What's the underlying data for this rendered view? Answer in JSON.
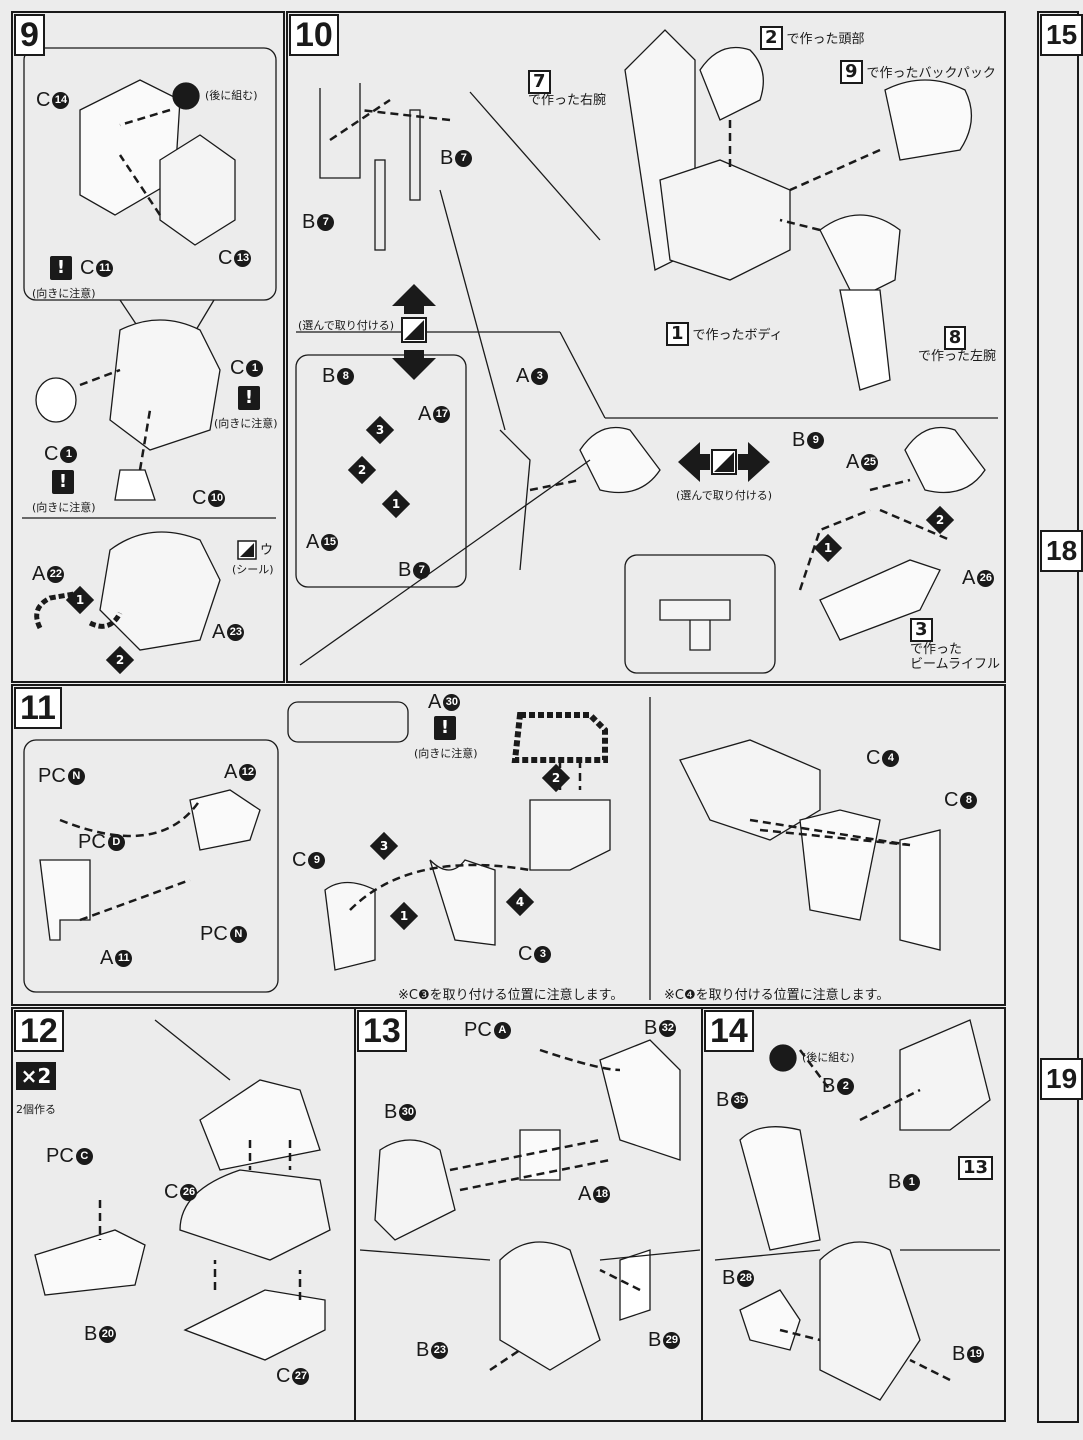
{
  "steps": {
    "s9": {
      "number": "9",
      "labels": {
        "c14": "C",
        "c14n": "14",
        "c11": "C",
        "c11n": "11",
        "c13": "C",
        "c13n": "13",
        "c1a": "C",
        "c1an": "1",
        "c1b": "C",
        "c1bn": "1",
        "c10": "C",
        "c10n": "10",
        "a22": "A",
        "a22n": "22",
        "a23": "A",
        "a23n": "23"
      },
      "later": "(後に組む)",
      "orient1": "(向きに注意)",
      "orient2": "(向きに注意)",
      "orient3": "(向きに注意)",
      "seal_u": "ウ",
      "seal": "(シール)",
      "arrows": [
        "1",
        "2"
      ]
    },
    "s10": {
      "number": "10",
      "labels": {
        "b7a": "B",
        "b7an": "7",
        "b7b": "B",
        "b7bn": "7",
        "b8": "B",
        "b8n": "8",
        "a17": "A",
        "a17n": "17",
        "a15": "A",
        "a15n": "15",
        "b7c": "B",
        "b7cn": "7",
        "a3": "A",
        "a3n": "3",
        "b9": "B",
        "b9n": "9",
        "a25": "A",
        "a25n": "25",
        "a26": "A",
        "a26n": "26"
      },
      "choose1": "(選んで取り付ける)",
      "choose2": "(選んで取り付ける)",
      "ref7": "7",
      "ref7t": "で作った右腕",
      "ref2": "2",
      "ref2t": "で作った頭部",
      "ref9": "9",
      "ref9t": "で作ったバックパック",
      "ref1": "1",
      "ref1t": "で作ったボディ",
      "ref8": "8",
      "ref8t": "で作った左腕",
      "ref3": "3",
      "ref3t1": "で作った",
      "ref3t2": "ビームライフル",
      "arrows": [
        "3",
        "2",
        "1",
        "2",
        "1"
      ]
    },
    "s11": {
      "number": "11",
      "labels": {
        "pcn1": "PC",
        "pcn1n": "N",
        "a12": "A",
        "a12n": "12",
        "pcd": "PC",
        "pcdn": "D",
        "pcn2": "PC",
        "pcn2n": "N",
        "a11": "A",
        "a11n": "11",
        "a30": "A",
        "a30n": "30",
        "c9": "C",
        "c9n": "9",
        "c3": "C",
        "c3n": "3",
        "c4": "C",
        "c4n": "4",
        "c8": "C",
        "c8n": "8"
      },
      "orient": "(向きに注意)",
      "note1": "※C❸を取り付ける位置に注意します。",
      "note2": "※C❹を取り付ける位置に注意します。",
      "arrows": [
        "2",
        "3",
        "1",
        "4"
      ]
    },
    "s12": {
      "number": "12",
      "times": "×2",
      "times_label": "2個作る",
      "labels": {
        "pcc": "PC",
        "pccn": "C",
        "b20": "B",
        "b20n": "20",
        "c26": "C",
        "c26n": "26",
        "c27": "C",
        "c27n": "27"
      }
    },
    "s13": {
      "number": "13",
      "labels": {
        "pca": "PC",
        "pcan": "A",
        "b32": "B",
        "b32n": "32",
        "b30": "B",
        "b30n": "30",
        "a18": "A",
        "a18n": "18",
        "b23": "B",
        "b23n": "23",
        "b29": "B",
        "b29n": "29"
      }
    },
    "s14": {
      "number": "14",
      "later": "(後に組む)",
      "ref13": "13",
      "labels": {
        "b2": "B",
        "b2n": "2",
        "b35": "B",
        "b35n": "35",
        "b1": "B",
        "b1n": "1",
        "b28": "B",
        "b28n": "28",
        "b19": "B",
        "b19n": "19"
      }
    },
    "right_edge": {
      "s15": "15",
      "s18": "18",
      "s19": "19"
    }
  }
}
